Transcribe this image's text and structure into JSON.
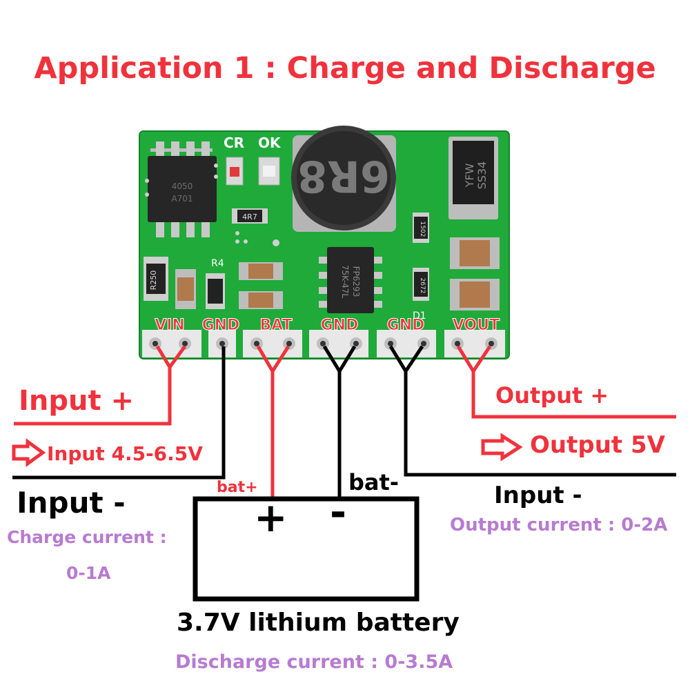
{
  "title": "Application 1 : Charge and Discharge",
  "colors": {
    "title": "#f0323c",
    "wire_red": "#f0323c",
    "wire_black": "#000000",
    "purple": "#b77bd0",
    "pcb_green": "#1faa3a"
  },
  "board": {
    "leds": [
      "CR",
      "OK"
    ],
    "inductor_marking": "6R8",
    "diode_marking": [
      "YFW",
      "SS34"
    ],
    "ic_left_marking": [
      "4050",
      "A701"
    ],
    "ic_center_marking": [
      "FP6293",
      "75K-47L"
    ],
    "resistor_markings": [
      "R250",
      "4R7",
      "1502",
      "2672"
    ],
    "silkscreen_labels": [
      "R4",
      "D1"
    ],
    "pin_labels": [
      "VIN",
      "GND",
      "BAT",
      "GND",
      "GND",
      "VOUT"
    ]
  },
  "labels": {
    "input_plus": "Input +",
    "input_range": "Input 4.5-6.5V",
    "input_minus": "Input -",
    "charge_current_1": "Charge current :",
    "charge_current_2": "0-1A",
    "bat_plus": "bat+",
    "bat_minus": "bat-",
    "battery_plus_sign": "+",
    "battery_minus_sign": "-",
    "battery": "3.7V lithium battery",
    "discharge_current": "Discharge current : 0-3.5A",
    "output_plus": "Output +",
    "output_5v": "Output 5V",
    "input_minus_right": "Input -",
    "output_current": "Output current : 0-2A"
  }
}
